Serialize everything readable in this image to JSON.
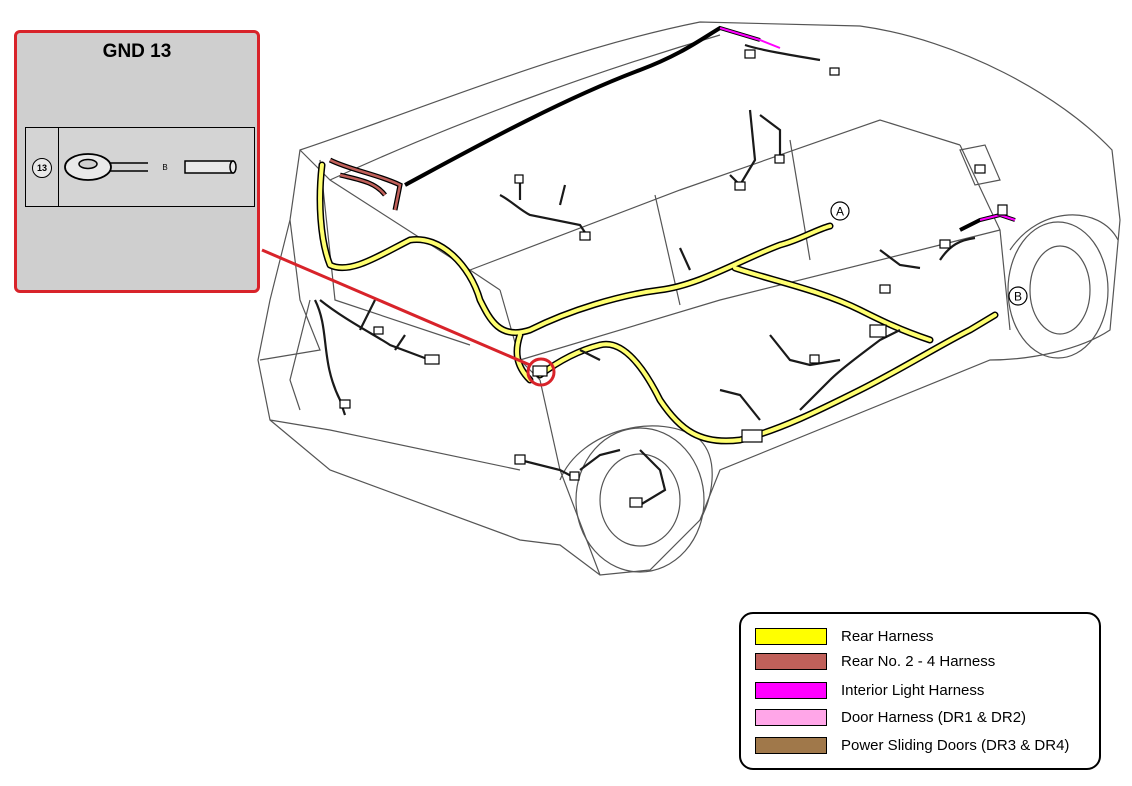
{
  "callout": {
    "title": "GND 13",
    "ground_id": "13",
    "part_letter": "B"
  },
  "markers": {
    "a": "A",
    "b": "B"
  },
  "legend": {
    "items": [
      {
        "label": "Rear Harness",
        "color": "#ffff00"
      },
      {
        "label": "Rear No. 2 - 4 Harness",
        "color": "#c0605a"
      },
      {
        "label": "Interior Light Harness",
        "color": "#ff00ff"
      },
      {
        "label": "Door Harness (DR1 & DR2)",
        "color": "#ffa6e8"
      },
      {
        "label": "Power Sliding Doors (DR3 & DR4)",
        "color": "#a0784a"
      }
    ]
  },
  "colors": {
    "highlight": "#d8232a",
    "rear_harness": "#ffff00",
    "rear_no2_4_harness": "#c0605a",
    "interior_light_harness": "#ff00ff",
    "wire_dark": "#1a1a1a"
  }
}
